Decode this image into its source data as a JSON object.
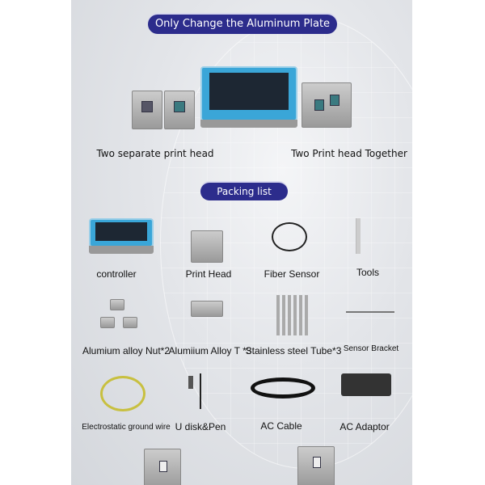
{
  "header_banner": "Only Change the Aluminum Plate",
  "top_captions": {
    "separate": "Two separate print head",
    "together": "Two Print head Together"
  },
  "packing_banner": "Packing list",
  "items": [
    "controller",
    "Print Head",
    "Fiber Sensor",
    "Tools",
    "Alumium alloy Nut*2",
    "Alumiium Alloy T *3",
    "Stainless steel Tube*3",
    "Sensor Bracket",
    "Electrostatic ground  wire",
    "U disk&Pen",
    "AC Cable",
    "AC Adaptor"
  ],
  "colors": {
    "banner": "#2c2c8c",
    "controller": "#3aa6d8"
  }
}
